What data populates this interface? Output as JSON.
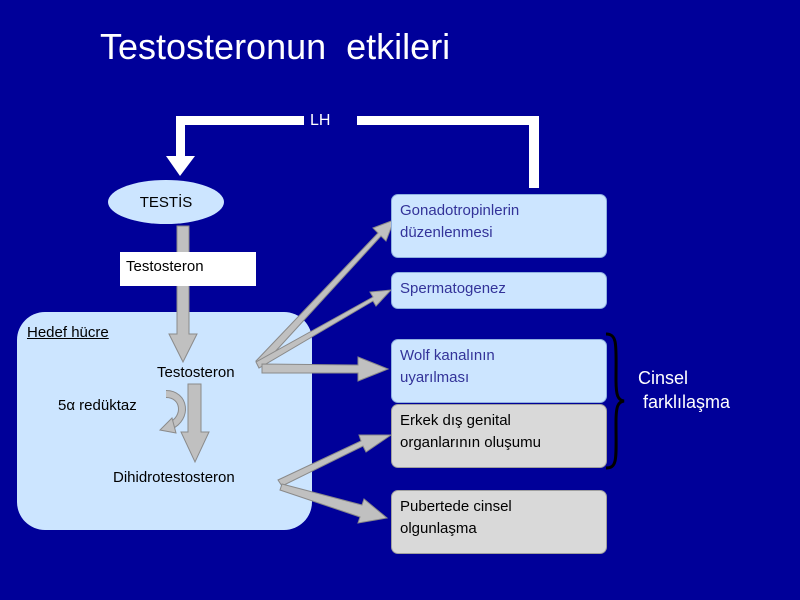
{
  "title": "Testosteronun  etkileri",
  "lh_label": "LH",
  "testis_label": "TESTİS",
  "testosteron_box": "Testosteron",
  "target_cell_label": "Hedef hücre",
  "cell_testosteron": "Testosteron",
  "reductase_label": "5α redüktaz",
  "dht_label": "Dihidrotestosteron",
  "effects": [
    {
      "line1": "Gonadotropinlerin",
      "line2": "düzenlenmesi"
    },
    {
      "line1": "Spermatogenez",
      "line2": ""
    },
    {
      "line1": "Wolf kanalının",
      "line2": "uyarılması"
    },
    {
      "line1": "Erkek dış genital",
      "line2": "organlarının oluşumu"
    },
    {
      "line1": "Pubertede cinsel",
      "line2": "olgunlaşma"
    }
  ],
  "bracket_label": "Cinsel\n farklılaşma",
  "colors": {
    "background": "#000099",
    "light_blue": "#cce5ff",
    "gray_box": "#d9d9d9",
    "arrow": "#c0c0c0",
    "white": "#ffffff"
  }
}
